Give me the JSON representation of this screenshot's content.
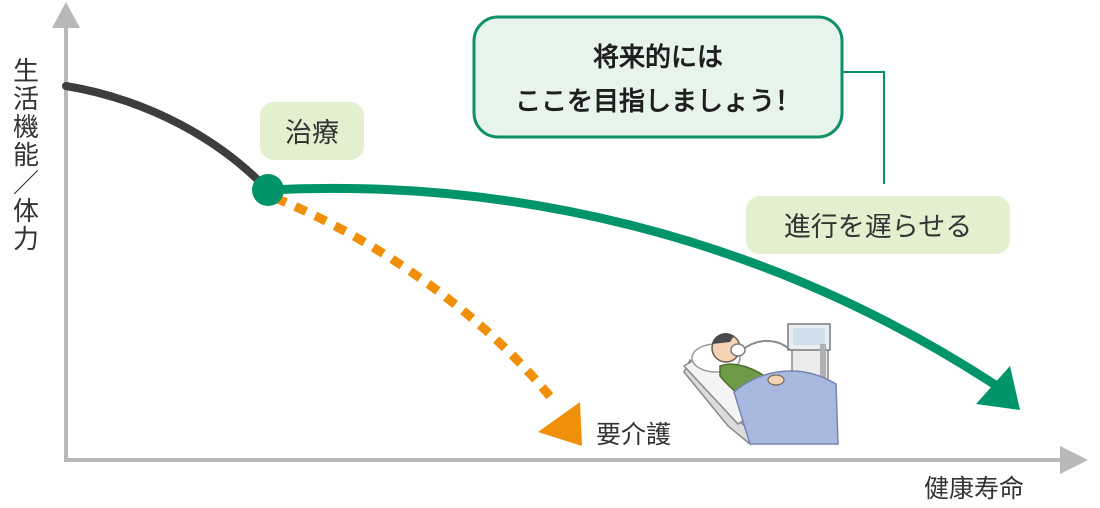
{
  "axes": {
    "y_label": "生活機能／体力",
    "x_label": "健康寿命"
  },
  "labels": {
    "treatment": "治療",
    "slow_progress": "進行を遅らせる",
    "care_needed": "要介護"
  },
  "callout": {
    "line1": "将来的には",
    "line2": "ここを目指しましょう！"
  },
  "colors": {
    "axis": "#b8b8b8",
    "decline_line": "#3d3d3d",
    "treated_path": "#00946a",
    "untreated_path": "#f0900a",
    "label_bg": "#e2f0cf",
    "callout_bg": "#e6f4ec",
    "callout_border": "#0f8f68"
  },
  "icons": {
    "patient": "patient-in-bed-with-oxygen-mask-icon"
  }
}
